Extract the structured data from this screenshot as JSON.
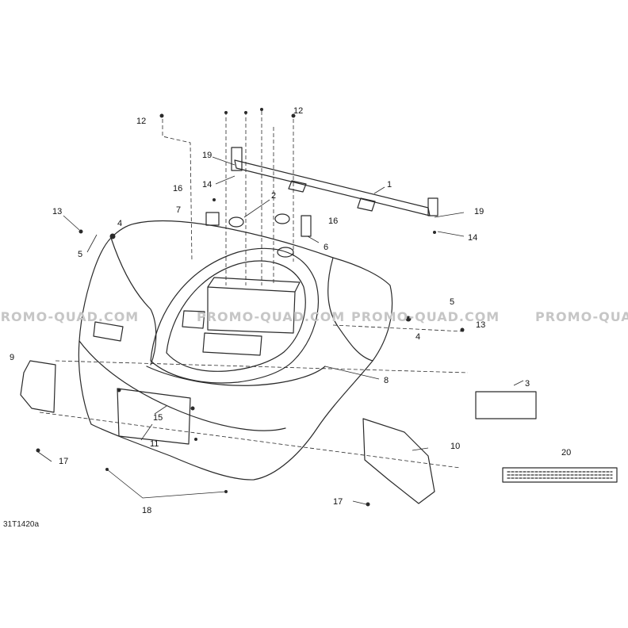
{
  "diagram": {
    "reference_code": "31T1420a",
    "watermark_text": "PROMO-QUAD.COM",
    "callouts": {
      "c1": "1",
      "c2": "2",
      "c3": "3",
      "c4a": "4",
      "c4b": "4",
      "c5a": "5",
      "c5b": "5",
      "c6": "6",
      "c7": "7",
      "c8": "8",
      "c9": "9",
      "c10": "10",
      "c11": "11",
      "c12a": "12",
      "c12b": "12",
      "c13a": "13",
      "c13b": "13",
      "c14a": "14",
      "c14b": "14",
      "c15": "15",
      "c16a": "16",
      "c16b": "16",
      "c17a": "17",
      "c17b": "17",
      "c18": "18",
      "c19a": "19",
      "c19b": "19",
      "c20": "20"
    }
  },
  "colors": {
    "line": "#2a2a2a",
    "watermark": "#c6c6c6"
  }
}
